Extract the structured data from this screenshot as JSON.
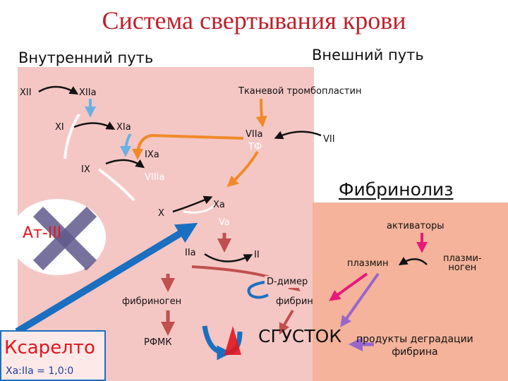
{
  "title": "Система свертывания крови",
  "headers": {
    "intrinsic": "Внутренний путь",
    "extrinsic": "Внешний путь",
    "fibrinolysis": "Фибринолиз"
  },
  "factors": {
    "xii": "XII",
    "xiia": "XIIa",
    "xi": "XI",
    "xia": "XIa",
    "ix": "IX",
    "ixa": "IXa",
    "viiia": "VIIIa",
    "tissue": "Тканевой тромбопластин",
    "viia": "VIIa",
    "tf": "ТФ",
    "vii": "VII",
    "x": "X",
    "xa": "Xa",
    "va": "Va",
    "iia": "IIa",
    "ii": "II",
    "fibrinogen": "фибриноген",
    "fibrin": "фибрин",
    "ddimer": "D-димер",
    "rfmk": "РФМК",
    "clot": "СГУСТОК"
  },
  "fibrinolysis": {
    "activators": "активаторы",
    "plasmin": "плазмин",
    "plasminogen": "плазми-\nноген",
    "degradation": "продукты деградации\nфибрина"
  },
  "inhibitor": {
    "label": "Ат-III"
  },
  "drug": {
    "name": "Ксарелто",
    "ratio": "Xa:IIa = 1,0:0"
  },
  "colors": {
    "title": "#c0202a",
    "pink_bg": "#f4c7c5",
    "salmon_bg": "#f4b39a",
    "arrow_blue": "#6ab0e4",
    "arrow_orange": "#f08a28",
    "arrow_red": "#c0504d",
    "drug_red": "#e3161e",
    "big_arrow": "#1b6fc0",
    "cross": "#5f5a8c",
    "magenta": "#e8197a",
    "purple": "#9966cc"
  }
}
